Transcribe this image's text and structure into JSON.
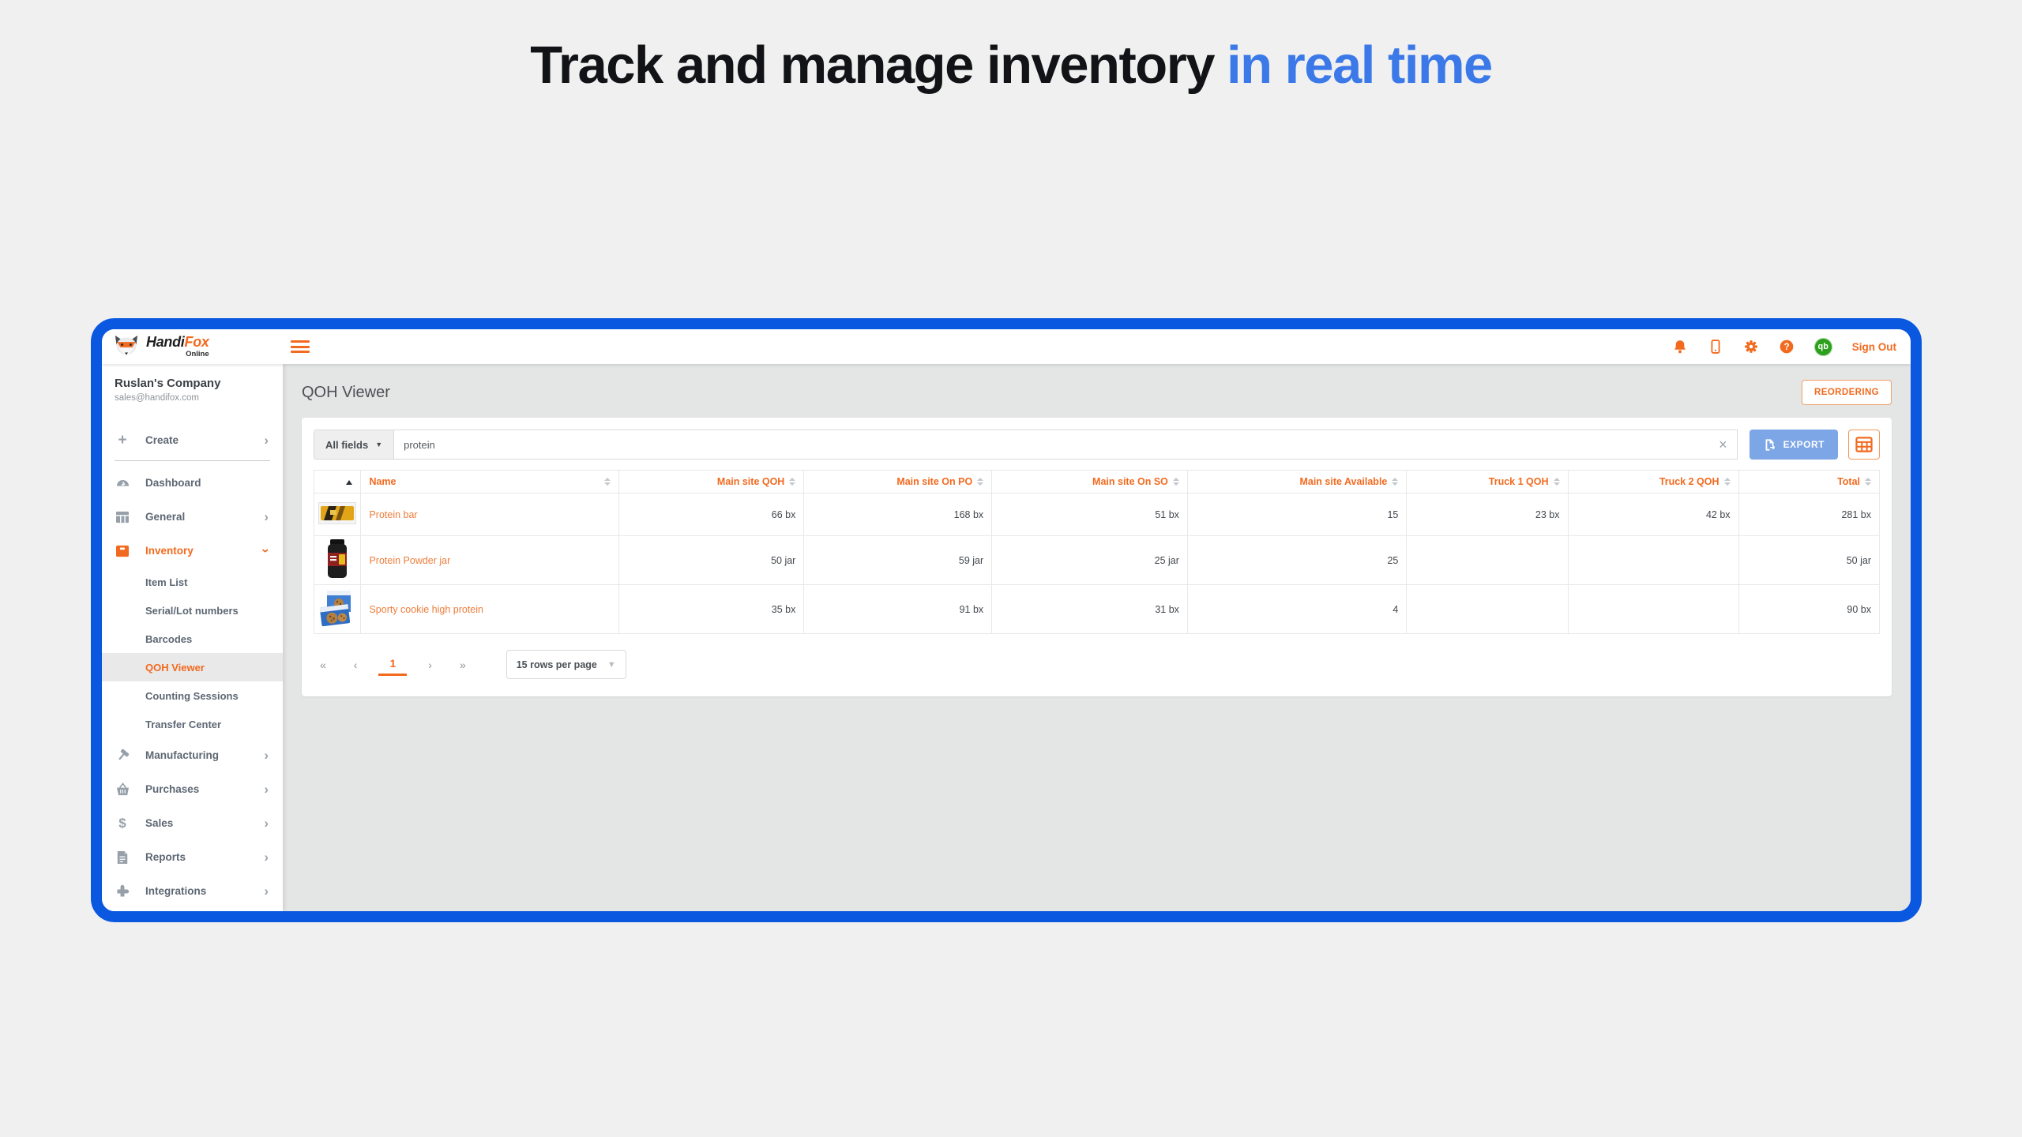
{
  "hero": {
    "title_main": "Track and manage inventory",
    "title_accent": "in real time"
  },
  "colors": {
    "accent_orange": "#f26a1f",
    "window_border_blue": "#0a58e0",
    "heading_accent_blue": "#3c79e8",
    "export_button_blue": "#7ca6e6",
    "quickbooks_green": "#2ca01c"
  },
  "topbar": {
    "brand_first": "Handi",
    "brand_second": "Fox",
    "brand_sub": "Online",
    "sign_out": "Sign Out"
  },
  "sidebar": {
    "company_name": "Ruslan's Company",
    "company_email": "sales@handifox.com",
    "create_label": "Create",
    "items": [
      {
        "label": "Dashboard"
      },
      {
        "label": "General"
      },
      {
        "label": "Inventory"
      },
      {
        "label": "Manufacturing"
      },
      {
        "label": "Purchases"
      },
      {
        "label": "Sales"
      },
      {
        "label": "Reports"
      },
      {
        "label": "Integrations"
      }
    ],
    "inventory_sub": [
      {
        "label": "Item List"
      },
      {
        "label": "Serial/Lot numbers"
      },
      {
        "label": "Barcodes"
      },
      {
        "label": "QOH Viewer"
      },
      {
        "label": "Counting Sessions"
      },
      {
        "label": "Transfer Center"
      }
    ]
  },
  "main": {
    "title": "QOH Viewer",
    "reordering_label": "REORDERING",
    "search": {
      "filter_label": "All fields",
      "query": "protein",
      "clear_glyph": "×"
    },
    "export_label": "EXPORT",
    "table": {
      "columns": [
        "Name",
        "Main site QOH",
        "Main site On PO",
        "Main site On SO",
        "Main site Available",
        "Truck 1 QOH",
        "Truck 2 QOH",
        "Total"
      ],
      "rows": [
        {
          "name": "Protein bar",
          "main_qoh": "66 bx",
          "on_po": "168 bx",
          "on_so": "51 bx",
          "available": "15",
          "truck1": "23 bx",
          "truck2": "42 bx",
          "total": "281 bx"
        },
        {
          "name": "Protein Powder jar",
          "main_qoh": "50 jar",
          "on_po": "59 jar",
          "on_so": "25 jar",
          "available": "25",
          "truck1": "",
          "truck2": "",
          "total": "50 jar"
        },
        {
          "name": "Sporty cookie high protein",
          "main_qoh": "35 bx",
          "on_po": "91 bx",
          "on_so": "31 bx",
          "available": "4",
          "truck1": "",
          "truck2": "",
          "total": "90 bx"
        }
      ]
    },
    "pagination": {
      "first": "«",
      "prev": "‹",
      "page": "1",
      "next": "›",
      "last": "»",
      "rows_per_page": "15 rows per page"
    }
  }
}
